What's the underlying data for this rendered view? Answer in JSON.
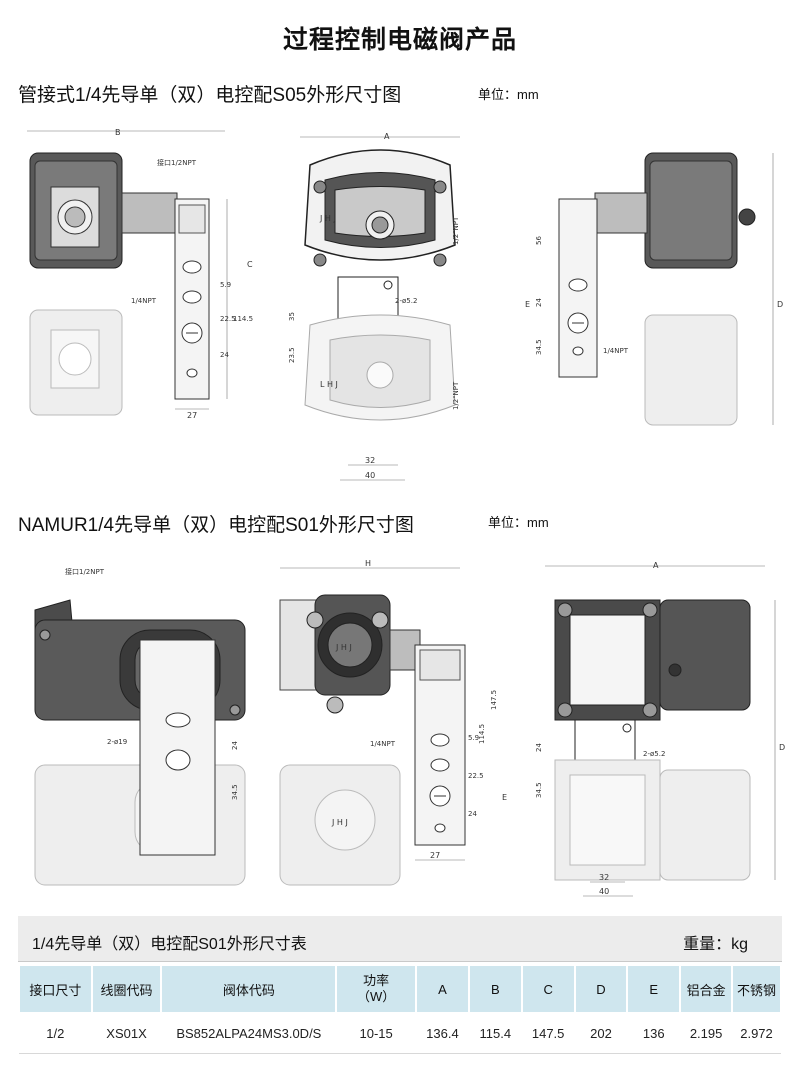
{
  "page_title": "过程控制电磁阀产品",
  "section1": {
    "title": "管接式1/4先导单（双）电控配S05外形尺寸图",
    "unit": "单位：mm",
    "labels": {
      "left_b": "B",
      "left_port": "接口1/2NPT",
      "left_1_4npt": "1/4NPT",
      "left_c": "C",
      "left_5_9": "5.9",
      "left_22_5": "22.5",
      "left_114_5": "114.5",
      "left_24": "24",
      "left_27": "27",
      "mid_a": "A",
      "mid_ljhj": "J H J",
      "mid_npt": "1/2\"NPT",
      "mid_2_5_2": "2-ø5.2",
      "mid_35": "35",
      "mid_23_5": "23.5",
      "mid_32": "32",
      "mid_40": "40",
      "mid_jhj_low": "L H J",
      "mid_npt_low": "1/2\"NPT",
      "right_56": "56",
      "right_24": "24",
      "right_e": "E",
      "right_d": "D",
      "right_34_5": "34.5",
      "right_1_4npt": "1/4NPT"
    }
  },
  "section2": {
    "title": "NAMUR1/4先导单（双）电控配S01外形尺寸图",
    "unit": "单位：mm",
    "labels": {
      "left_port": "接口1/2NPT",
      "left_2_19": "2-ø19",
      "left_24": "24",
      "left_34_5": "34.5",
      "mid_h": "H",
      "mid_jhj": "J H J",
      "mid_jhj_low": "J H J",
      "mid_1_4npt": "1/4NPT",
      "mid_5_9": "5.9",
      "mid_22_5": "22.5",
      "mid_114_5": "114.5",
      "mid_147_5": "147.5",
      "mid_24": "24",
      "mid_e": "E",
      "mid_27": "27",
      "right_a": "A",
      "right_2_5_2": "2-ø5.2",
      "right_24": "24",
      "right_34_5": "34.5",
      "right_d": "D",
      "right_32": "32",
      "right_40": "40"
    }
  },
  "spec": {
    "title": "1/4先导单（双）电控配S01外形尺寸表",
    "weight_unit": "重量：kg",
    "headers": [
      "接口尺寸",
      "线圈代码",
      "阀体代码",
      "功率\n（W）",
      "A",
      "B",
      "C",
      "D",
      "E",
      "铝合金",
      "不锈钢"
    ],
    "rows": [
      [
        "1/2",
        "XS01X",
        "BS852ALPA24MS3.0D/S",
        "10-15",
        "136.4",
        "115.4",
        "147.5",
        "202",
        "136",
        "2.195",
        "2.972"
      ]
    ]
  }
}
